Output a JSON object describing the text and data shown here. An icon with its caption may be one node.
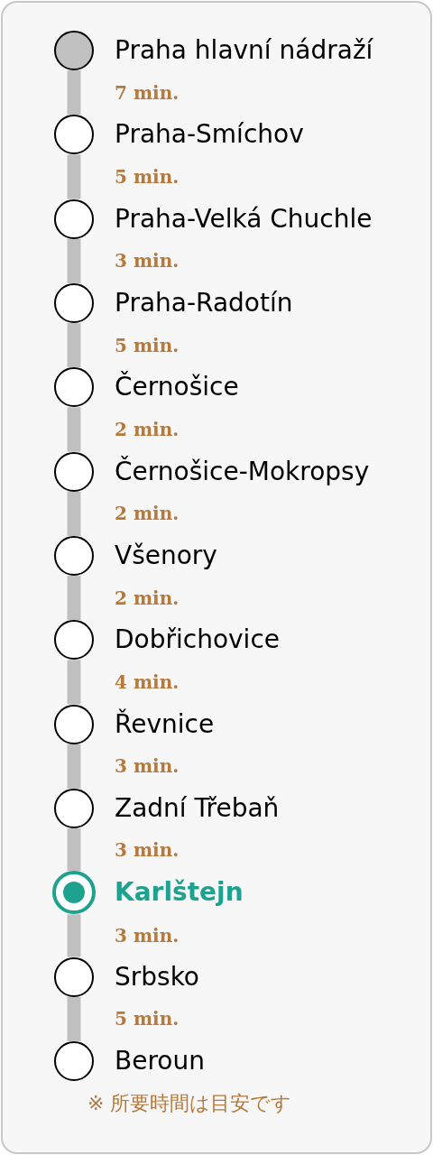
{
  "diagram": {
    "nodes": [
      {
        "text": [
          "Praha hlavní nádraží"
        ]
      },
      {
        "text": [
          "Praha-Smíchov"
        ]
      },
      {
        "text": [
          "Praha-Velká Chuchle"
        ]
      },
      {
        "text": [
          "Praha-Radotín"
        ]
      },
      {
        "text": [
          "Černošice"
        ]
      },
      {
        "text": [
          "Černošice-Mokropsy"
        ]
      },
      {
        "text": [
          "Všenory"
        ]
      },
      {
        "text": [
          "Dobřichovice"
        ]
      },
      {
        "text": [
          "Řevnice"
        ]
      },
      {
        "text": [
          "Zadní Třebaň"
        ]
      },
      {
        "text": [
          "Karlštejn"
        ]
      },
      {
        "text": [
          "Srbsko"
        ]
      },
      {
        "text": [
          "Beroun"
        ]
      }
    ],
    "edges": [
      {
        "from": 0,
        "to": 1,
        "arrow": "none",
        "label": "7 min."
      },
      {
        "from": 1,
        "to": 2,
        "arrow": "none",
        "label": "5 min."
      },
      {
        "from": 2,
        "to": 3,
        "arrow": "none",
        "label": "3 min."
      },
      {
        "from": 3,
        "to": 4,
        "arrow": "none",
        "label": "5 min."
      },
      {
        "from": 4,
        "to": 5,
        "arrow": "none",
        "label": "2 min."
      },
      {
        "from": 5,
        "to": 6,
        "arrow": "none",
        "label": "2 min."
      },
      {
        "from": 6,
        "to": 7,
        "arrow": "none",
        "label": "2 min."
      },
      {
        "from": 7,
        "to": 8,
        "arrow": "none",
        "label": "4 min."
      },
      {
        "from": 8,
        "to": 9,
        "arrow": "none",
        "label": "3 min."
      },
      {
        "from": 9,
        "to": 10,
        "arrow": "none",
        "label": "3 min."
      },
      {
        "from": 10,
        "to": 11,
        "arrow": "none",
        "label": "3 min."
      },
      {
        "from": 11,
        "to": 12,
        "arrow": "none",
        "label": "5 min."
      }
    ],
    "labels": [
      "※ 所要時間は目安です"
    ]
  }
}
